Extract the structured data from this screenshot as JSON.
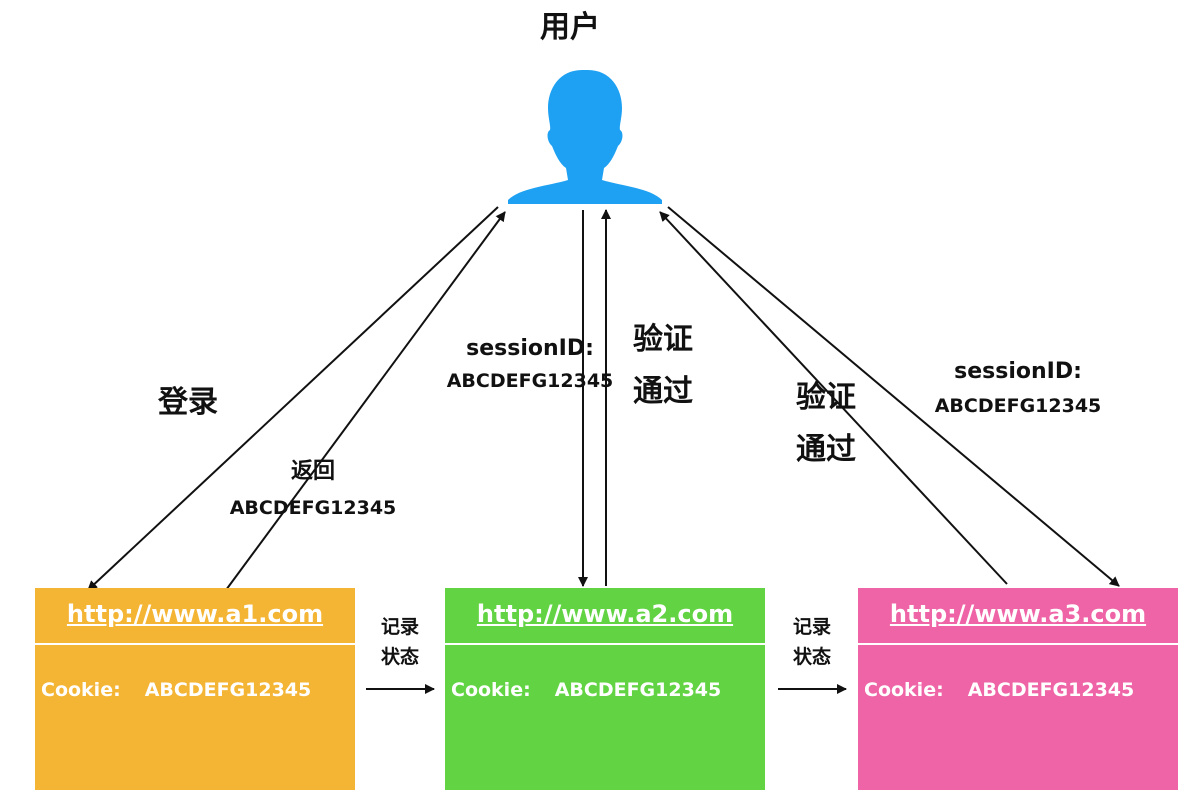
{
  "user": {
    "title": "用户",
    "icon": "user-silhouette-icon",
    "color": "#1ea1f3"
  },
  "labels": {
    "login": "登录",
    "return_line1": "返回",
    "return_line2": "ABCDEFG12345",
    "session_left_line1": "sessionID:",
    "session_left_line2": "ABCDEFG12345",
    "verify_mid_line1": "验证",
    "verify_mid_line2": "通过",
    "verify_right_line1": "验证",
    "verify_right_line2": "通过",
    "session_right_line1": "sessionID:",
    "session_right_line2": "ABCDEFG12345"
  },
  "sites": [
    {
      "url": "http://www.a1.com",
      "cookie_label": "Cookie:",
      "cookie_value": "ABCDEFG12345",
      "color": "#f4b434"
    },
    {
      "url": "http://www.a2.com",
      "cookie_label": "Cookie:",
      "cookie_value": "ABCDEFG12345",
      "color": "#62d444"
    },
    {
      "url": "http://www.a3.com",
      "cookie_label": "Cookie:",
      "cookie_value": "ABCDEFG12345",
      "color": "#ee64a6"
    }
  ],
  "record_state": [
    {
      "line1": "记录",
      "line2": "状态"
    },
    {
      "line1": "记录",
      "line2": "状态"
    }
  ]
}
